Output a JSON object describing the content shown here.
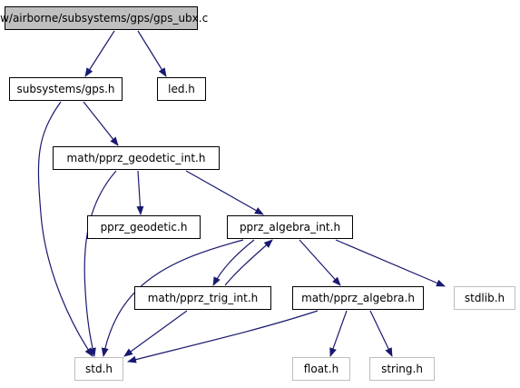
{
  "diagram": {
    "type": "include-dependency-graph",
    "edge_color": "#191970",
    "nodes": {
      "gps_ubx": {
        "label": "sw/airborne/subsystems/gps/gps_ubx.c"
      },
      "gps_h": {
        "label": "subsystems/gps.h"
      },
      "led_h": {
        "label": "led.h"
      },
      "geodetic_int": {
        "label": "math/pprz_geodetic_int.h"
      },
      "geodetic": {
        "label": "pprz_geodetic.h"
      },
      "algebra_int": {
        "label": "pprz_algebra_int.h"
      },
      "trig_int": {
        "label": "math/pprz_trig_int.h"
      },
      "algebra": {
        "label": "math/pprz_algebra.h"
      },
      "stdlib": {
        "label": "stdlib.h"
      },
      "std": {
        "label": "std.h"
      },
      "float": {
        "label": "float.h"
      },
      "string": {
        "label": "string.h"
      }
    },
    "edges": [
      [
        "gps_ubx",
        "gps_h"
      ],
      [
        "gps_ubx",
        "led_h"
      ],
      [
        "gps_h",
        "geodetic_int"
      ],
      [
        "gps_h",
        "std"
      ],
      [
        "geodetic_int",
        "geodetic"
      ],
      [
        "geodetic_int",
        "algebra_int"
      ],
      [
        "geodetic_int",
        "std"
      ],
      [
        "algebra_int",
        "trig_int"
      ],
      [
        "trig_int",
        "algebra_int"
      ],
      [
        "algebra_int",
        "algebra"
      ],
      [
        "algebra_int",
        "stdlib"
      ],
      [
        "algebra_int",
        "std"
      ],
      [
        "trig_int",
        "std"
      ],
      [
        "algebra",
        "std"
      ],
      [
        "algebra",
        "float"
      ],
      [
        "algebra",
        "string"
      ]
    ]
  }
}
